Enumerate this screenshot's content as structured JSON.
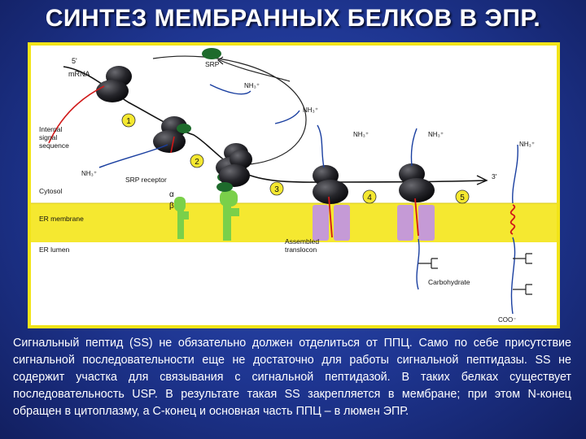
{
  "slide": {
    "title": "СИНТЕЗ МЕМБРАННЫХ БЕЛКОВ В ЭПР.",
    "caption": "Сигнальный пептид (SS) не обязательно должен отделиться от ППЦ. Само по себе присутствие сигнальной последовательности еще не достаточно  для работы сигнальной пептидазы. SS не содержит участка для связывания с сигнальной пептидазой. В таких белках существует последовательность USP. В результате такая SS закрепляется в мембране; при этом N-конец обращен в цитоплазму, а С-конец  и основная часть ППЦ – в люмен ЭПР."
  },
  "diagram": {
    "labels": {
      "five_prime": "5'",
      "mrna": "mRNA",
      "srp": "SRP",
      "internal_signal_1": "Internal",
      "internal_signal_2": "signal",
      "internal_signal_3": "sequence",
      "nh3_a": "NH₃⁺",
      "nh3_b": "NH₃⁺",
      "nh3_c": "NH₃⁺",
      "nh3_d": "NH₃⁺",
      "nh3_e": "NH₃⁺",
      "nh3_f": "NH₃⁺",
      "srp_receptor": "SRP receptor",
      "alpha": "α",
      "beta": "β",
      "cytosol": "Cytosol",
      "er_membrane": "ER membrane",
      "er_lumen": "ER lumen",
      "assembled_1": "Assembled",
      "assembled_2": "translocon",
      "carbohydrate": "Carbohydrate",
      "three_prime": "3'",
      "coo": "COO⁻"
    },
    "steps": [
      "1",
      "2",
      "3",
      "4",
      "5"
    ],
    "colors": {
      "membrane": "#f5e830",
      "ribosome": "#1f1f24",
      "srp": "#1e6b2c",
      "receptor": "#7ad04a",
      "translocon": "#c59ad6",
      "signal": "#d01818",
      "chain": "#1a3fa0",
      "step_circle": "#f5e830"
    }
  }
}
